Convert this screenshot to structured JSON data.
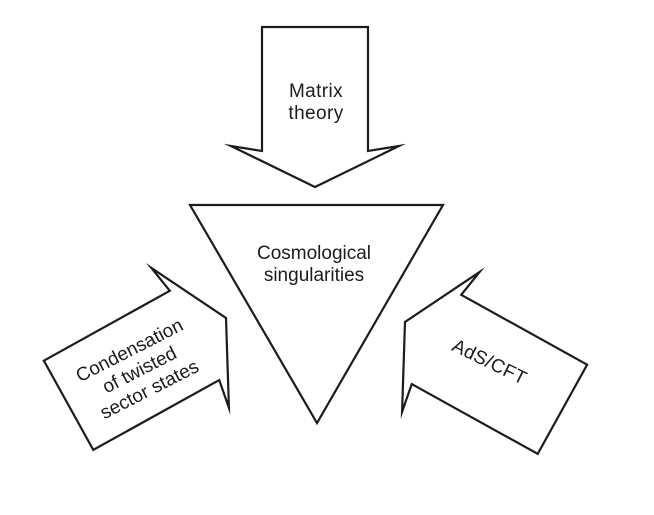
{
  "figure": {
    "background_color": "#ffffff",
    "outline_color": "#1c1c1c",
    "text_color": "#1c1c1c"
  },
  "center_node": {
    "shape": "inverted-triangle",
    "fill": "#d3dbd9",
    "label": "Cosmological singularities",
    "lines": [
      "Cosmological",
      "singularities"
    ]
  },
  "arrows": [
    {
      "id": "matrix-theory",
      "direction": "down",
      "points_to": "cosmological-singularities",
      "fill": "#ffffff",
      "label": "Matrix theory",
      "lines": [
        "Matrix",
        "theory"
      ]
    },
    {
      "id": "condensation-of-twisted-sector-states",
      "direction": "up-right",
      "points_to": "cosmological-singularities",
      "fill": "#ffffff",
      "label": "Condensation of twisted sector states",
      "lines": [
        "Condensation",
        "of twisted",
        "sector states"
      ]
    },
    {
      "id": "ads-cft",
      "direction": "up-left",
      "points_to": "cosmological-singularities",
      "fill": "#ffffff",
      "label": "AdS/CFT",
      "lines": [
        "AdS/CFT"
      ]
    }
  ]
}
